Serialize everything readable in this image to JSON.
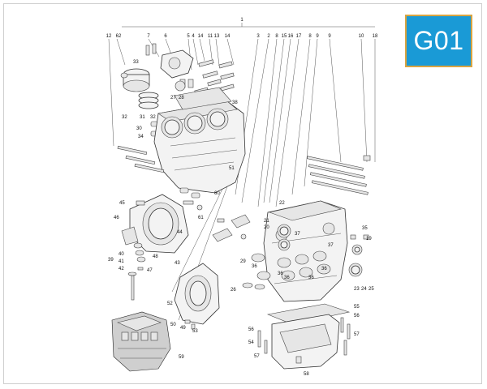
{
  "badge": {
    "code": "G01",
    "bg_color": "#1a9ad6",
    "border_color": "#d9a441"
  },
  "callouts": [
    {
      "text": "1"
    },
    {
      "text": "12"
    },
    {
      "text": "62"
    },
    {
      "text": "7"
    },
    {
      "text": "6"
    },
    {
      "text": "5"
    },
    {
      "text": "4"
    },
    {
      "text": "14"
    },
    {
      "text": "11"
    },
    {
      "text": "13"
    },
    {
      "text": "14"
    },
    {
      "text": "3"
    },
    {
      "text": "2"
    },
    {
      "text": "8"
    },
    {
      "text": "15"
    },
    {
      "text": "16"
    },
    {
      "text": "17"
    },
    {
      "text": "8"
    },
    {
      "text": "9"
    },
    {
      "text": "9"
    },
    {
      "text": "10"
    },
    {
      "text": "18"
    },
    {
      "text": "33"
    },
    {
      "text": "27"
    },
    {
      "text": "28"
    },
    {
      "text": "38"
    },
    {
      "text": "32"
    },
    {
      "text": "31"
    },
    {
      "text": "32"
    },
    {
      "text": "30"
    },
    {
      "text": "34"
    },
    {
      "text": "51"
    },
    {
      "text": "60"
    },
    {
      "text": "61"
    },
    {
      "text": "22"
    },
    {
      "text": "45"
    },
    {
      "text": "46"
    },
    {
      "text": "44"
    },
    {
      "text": "48"
    },
    {
      "text": "40"
    },
    {
      "text": "39"
    },
    {
      "text": "41"
    },
    {
      "text": "42"
    },
    {
      "text": "47"
    },
    {
      "text": "43"
    },
    {
      "text": "21"
    },
    {
      "text": "20"
    },
    {
      "text": "37"
    },
    {
      "text": "37"
    },
    {
      "text": "35"
    },
    {
      "text": "19"
    },
    {
      "text": "29"
    },
    {
      "text": "36"
    },
    {
      "text": "36"
    },
    {
      "text": "36"
    },
    {
      "text": "36"
    },
    {
      "text": "36"
    },
    {
      "text": "26"
    },
    {
      "text": "23"
    },
    {
      "text": "24"
    },
    {
      "text": "25"
    },
    {
      "text": "52"
    },
    {
      "text": "50"
    },
    {
      "text": "49"
    },
    {
      "text": "53"
    },
    {
      "text": "55"
    },
    {
      "text": "56"
    },
    {
      "text": "57"
    },
    {
      "text": "56"
    },
    {
      "text": "54"
    },
    {
      "text": "57"
    },
    {
      "text": "58"
    },
    {
      "text": "59"
    }
  ]
}
